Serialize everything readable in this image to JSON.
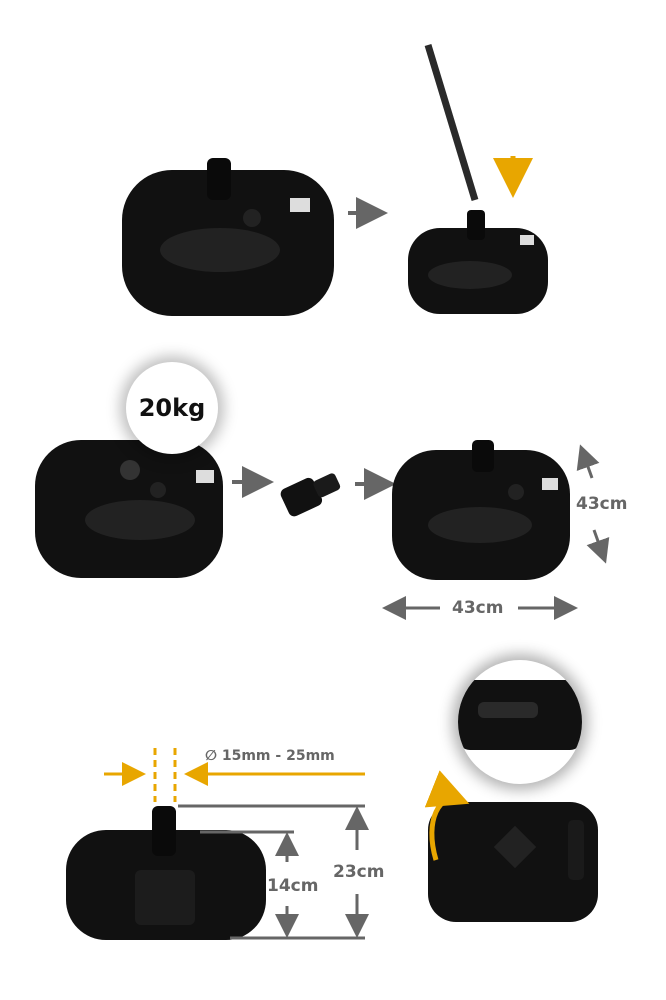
{
  "colors": {
    "accent": "#E8A600",
    "dimension": "#666666",
    "product": "#111111"
  },
  "weight_badge": "20kg",
  "dimensions": {
    "depth": "43cm",
    "width": "43cm",
    "diameter": "∅ 15mm - 25mm",
    "total_height": "23cm",
    "base_height": "14cm"
  }
}
